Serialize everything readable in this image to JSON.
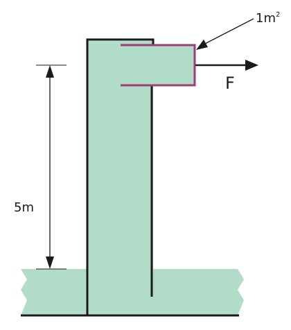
{
  "labels": {
    "area_value": "1m",
    "area_exponent": "2",
    "force": "F",
    "height": "5m"
  },
  "colors": {
    "water": "#b1dcc8",
    "outline": "#1a1a1a",
    "nozzle": "#a03c78"
  }
}
